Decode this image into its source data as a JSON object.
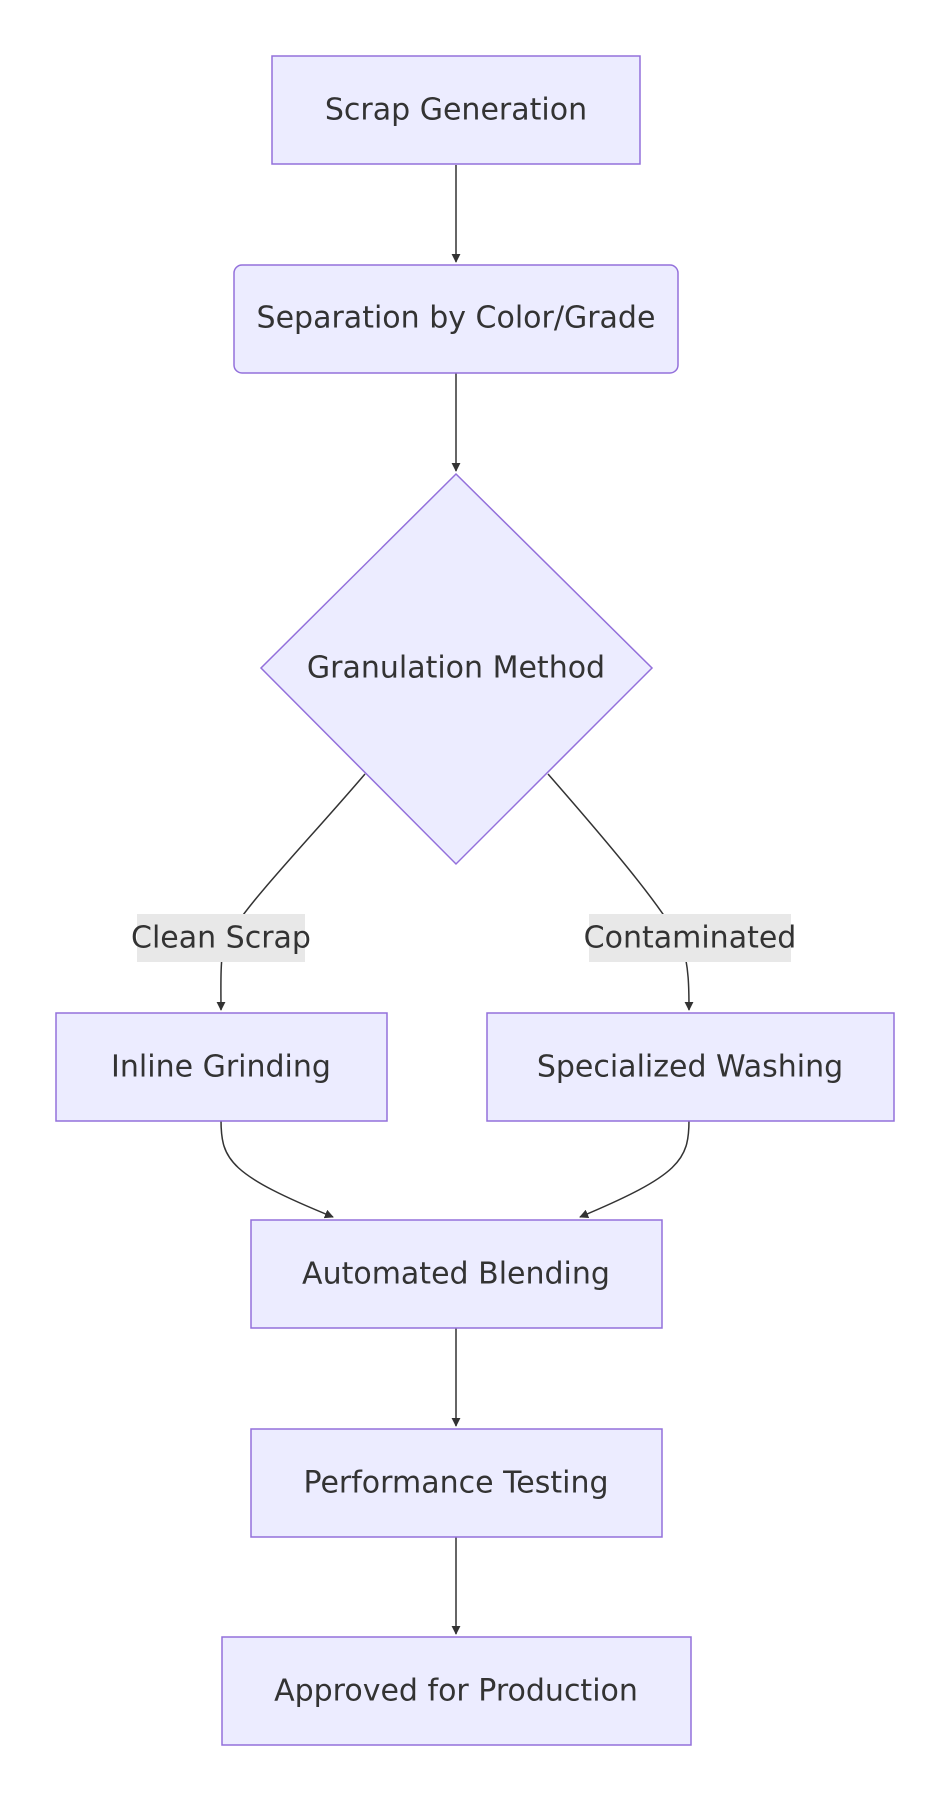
{
  "nodes": {
    "scrap_generation": "Scrap Generation",
    "separation": "Separation by Color/Grade",
    "granulation_method": "Granulation Method",
    "inline_grinding": "Inline Grinding",
    "specialized_washing": "Specialized Washing",
    "automated_blending": "Automated Blending",
    "performance_testing": "Performance Testing",
    "approved": "Approved for Production"
  },
  "edges": {
    "clean_scrap": "Clean Scrap",
    "contaminated": "Contaminated"
  },
  "colors": {
    "node_fill": "#ececff",
    "node_stroke": "#9370db",
    "edge": "#333333",
    "edge_label_bg": "#e8e8e8",
    "text": "#333333"
  }
}
